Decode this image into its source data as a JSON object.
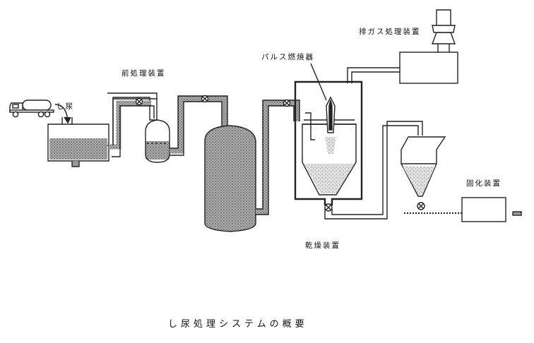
{
  "labels": {
    "raw_sewage": "し尿",
    "pretreatment": "前処理装置",
    "pulse_combustor": "パルス燃焼器",
    "exhaust_treatment": "排ガス処理装置",
    "drying": "乾燥装置",
    "solidification": "固化装置"
  },
  "caption": "し尿処理システムの概要",
  "colors": {
    "line": "#222222",
    "sludge_fill": "#9a9a9a",
    "powder_fill": "#cfcfcf"
  },
  "icons": [
    "truck-icon",
    "valve-icon",
    "flame-icon"
  ]
}
